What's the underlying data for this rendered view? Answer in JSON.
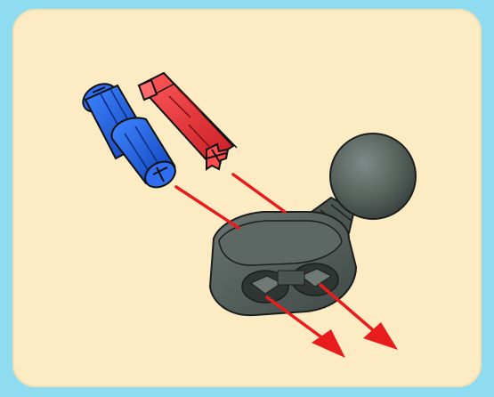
{
  "scene": {
    "title": "",
    "background_color": "#8fdcf0",
    "panel_color": "#fdebc4",
    "parts": [
      {
        "name": "blue-axle-pin",
        "color": "#1a5fe0"
      },
      {
        "name": "red-cross-axle",
        "color": "#e8313a"
      },
      {
        "name": "ball-joint-beam",
        "color": "#4f5b58"
      }
    ],
    "arrow_color": "#e81c1c"
  }
}
